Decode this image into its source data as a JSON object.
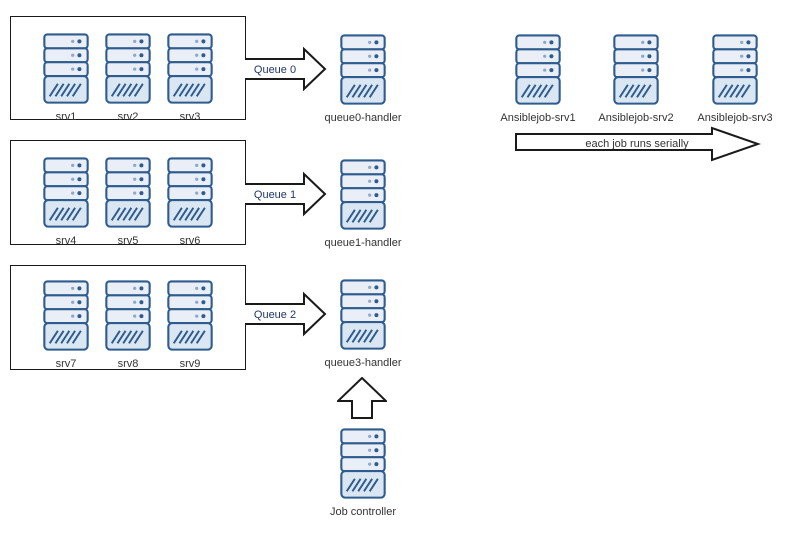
{
  "diagram": {
    "groups": [
      {
        "servers": [
          "srv1",
          "srv2",
          "srv3"
        ],
        "queue_label": "Queue 0",
        "handler_label": "queue0-handler"
      },
      {
        "servers": [
          "srv4",
          "srv5",
          "srv6"
        ],
        "queue_label": "Queue 1",
        "handler_label": "queue1-handler"
      },
      {
        "servers": [
          "srv7",
          "srv8",
          "srv9"
        ],
        "queue_label": "Queue 2",
        "handler_label": "queue3-handler"
      }
    ],
    "ansible": {
      "servers": [
        "Ansiblejob-srv1",
        "Ansiblejob-srv2",
        "Ansiblejob-srv3"
      ],
      "arrow_label": "each job runs serially"
    },
    "controller": {
      "label": "Job controller"
    },
    "colors": {
      "server-border": "#2e5c8f",
      "server-slat-fill": "#e9eef7",
      "server-base-fill": "#dbe6f3",
      "server-dot-light": "#8ca9cd",
      "box-border": "#1a1a1a",
      "arrow-stroke": "#1a1a1a",
      "arrow-fill": "#ffffff",
      "label-color": "#333333",
      "queue-label-color": "#1f3864",
      "canvas-bg": "#ffffff"
    }
  }
}
